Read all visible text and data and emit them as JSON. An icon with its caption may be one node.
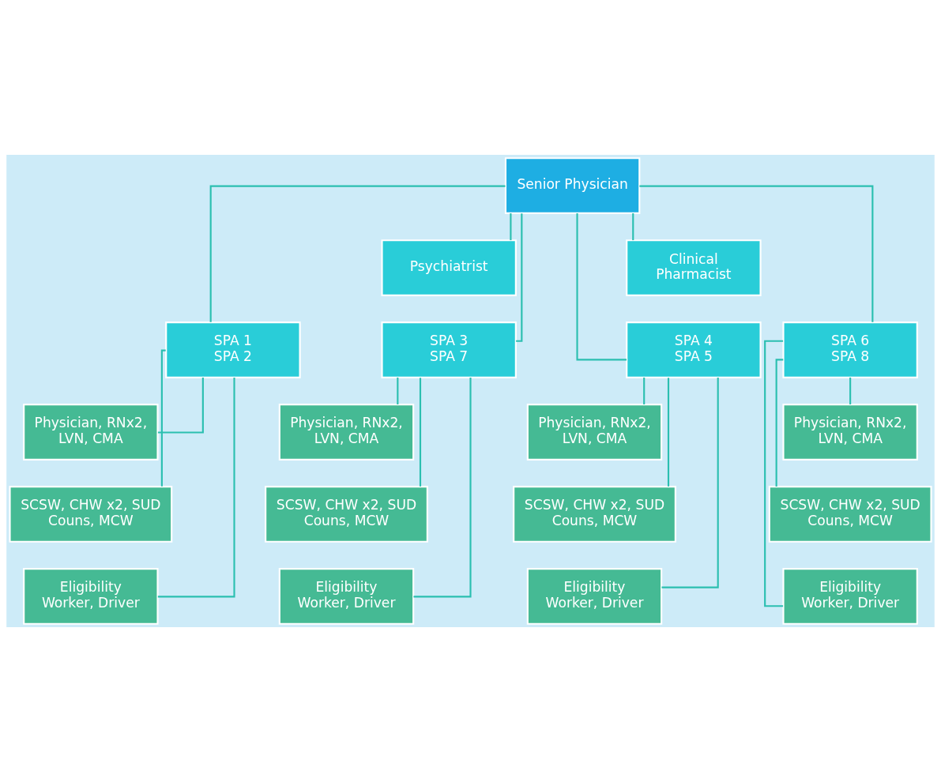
{
  "diagram": {
    "nodes": [
      {
        "text": [
          "Senior Physician"
        ]
      },
      {
        "text": [
          "Psychiatrist"
        ]
      },
      {
        "text": [
          "Clinical Pharmacist"
        ]
      },
      {
        "text": [
          "SPA 1",
          "SPA 2"
        ]
      },
      {
        "text": [
          "SPA 3",
          "SPA 7"
        ]
      },
      {
        "text": [
          "SPA 4",
          "SPA 5"
        ]
      },
      {
        "text": [
          "SPA 6",
          "SPA 8"
        ]
      },
      {
        "text": [
          "Physician, RNx2, LVN, CMA"
        ]
      },
      {
        "text": [
          "Physician, RNx2, LVN, CMA"
        ]
      },
      {
        "text": [
          "Physician, RNx2, LVN, CMA"
        ]
      },
      {
        "text": [
          "Physician, RNx2, LVN, CMA"
        ]
      },
      {
        "text": [
          "SCSW, CHW x2, SUD Couns, MCW"
        ]
      },
      {
        "text": [
          "SCSW, CHW x2, SUD Couns, MCW"
        ]
      },
      {
        "text": [
          "SCSW, CHW x2, SUD Couns, MCW"
        ]
      },
      {
        "text": [
          "SCSW, CHW x2, SUD Couns, MCW"
        ]
      },
      {
        "text": [
          "Eligibility Worker, Driver"
        ]
      },
      {
        "text": [
          "Eligibility Worker, Driver"
        ]
      },
      {
        "text": [
          "Eligibility Worker, Driver"
        ]
      },
      {
        "text": [
          "Eligibility Worker, Driver"
        ]
      }
    ],
    "edges": [
      {
        "from": 0,
        "to": 1,
        "arrow": "none"
      },
      {
        "from": 0,
        "to": 2,
        "arrow": "none"
      },
      {
        "from": 0,
        "to": 3,
        "arrow": "none"
      },
      {
        "from": 0,
        "to": 4,
        "arrow": "none"
      },
      {
        "from": 0,
        "to": 5,
        "arrow": "none"
      },
      {
        "from": 0,
        "to": 6,
        "arrow": "none"
      },
      {
        "from": 3,
        "to": 7,
        "arrow": "none"
      },
      {
        "from": 3,
        "to": 11,
        "arrow": "none"
      },
      {
        "from": 3,
        "to": 15,
        "arrow": "none"
      },
      {
        "from": 4,
        "to": 8,
        "arrow": "none"
      },
      {
        "from": 4,
        "to": 12,
        "arrow": "none"
      },
      {
        "from": 4,
        "to": 16,
        "arrow": "none"
      },
      {
        "from": 5,
        "to": 9,
        "arrow": "none"
      },
      {
        "from": 5,
        "to": 13,
        "arrow": "none"
      },
      {
        "from": 5,
        "to": 17,
        "arrow": "none"
      },
      {
        "from": 6,
        "to": 10,
        "arrow": "none"
      },
      {
        "from": 6,
        "to": 14,
        "arrow": "none"
      },
      {
        "from": 6,
        "to": 18,
        "arrow": "none"
      }
    ]
  }
}
